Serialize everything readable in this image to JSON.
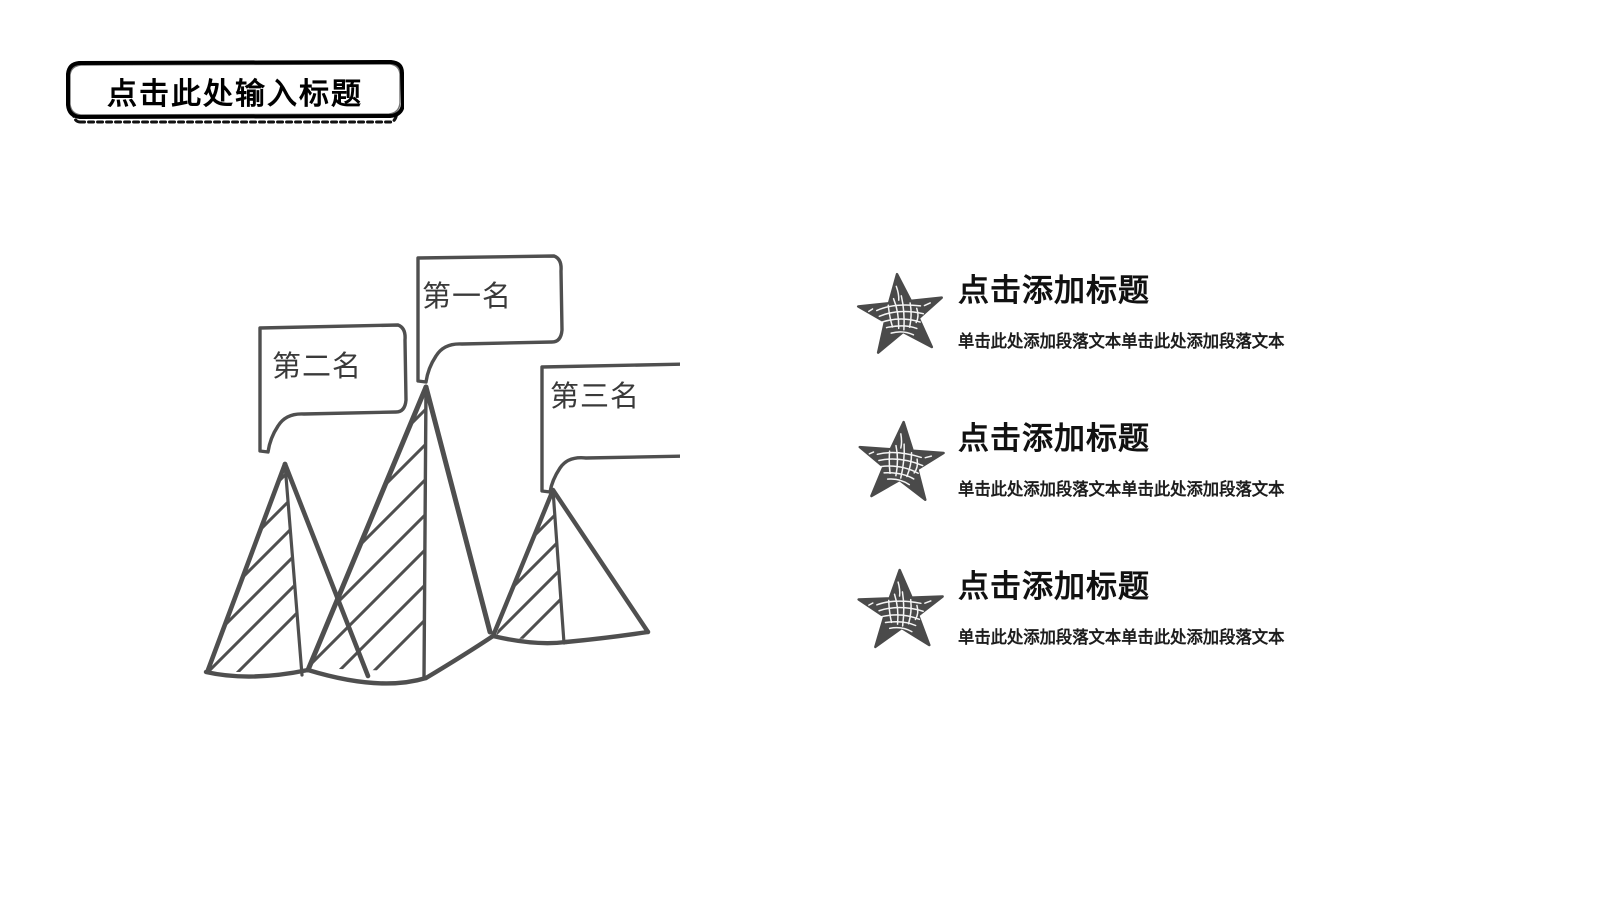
{
  "slide": {
    "background_color": "#ffffff",
    "ink_color": "#555555",
    "title": {
      "text": "点击此处输入标题",
      "placeholder_hint": "点击此处输入标题"
    }
  },
  "mountain_graphic": {
    "name": "hand-drawn-mountains",
    "flags": [
      {
        "label": "第一名",
        "rank": 1,
        "peak": "center-tallest"
      },
      {
        "label": "第二名",
        "rank": 2,
        "peak": "left"
      },
      {
        "label": "第三名",
        "rank": 3,
        "peak": "right"
      }
    ]
  },
  "content_list": {
    "rows": [
      {
        "icon": "scribble-star-icon",
        "title": "点击添加标题",
        "text": "单击此处添加段落文本单击此处添加段落文本"
      },
      {
        "icon": "scribble-star-icon",
        "title": "点击添加标题",
        "text": "单击此处添加段落文本单击此处添加段落文本"
      },
      {
        "icon": "scribble-star-icon",
        "title": "点击添加标题",
        "text": "单击此处添加段落文本单击此处添加段落文本"
      }
    ]
  }
}
